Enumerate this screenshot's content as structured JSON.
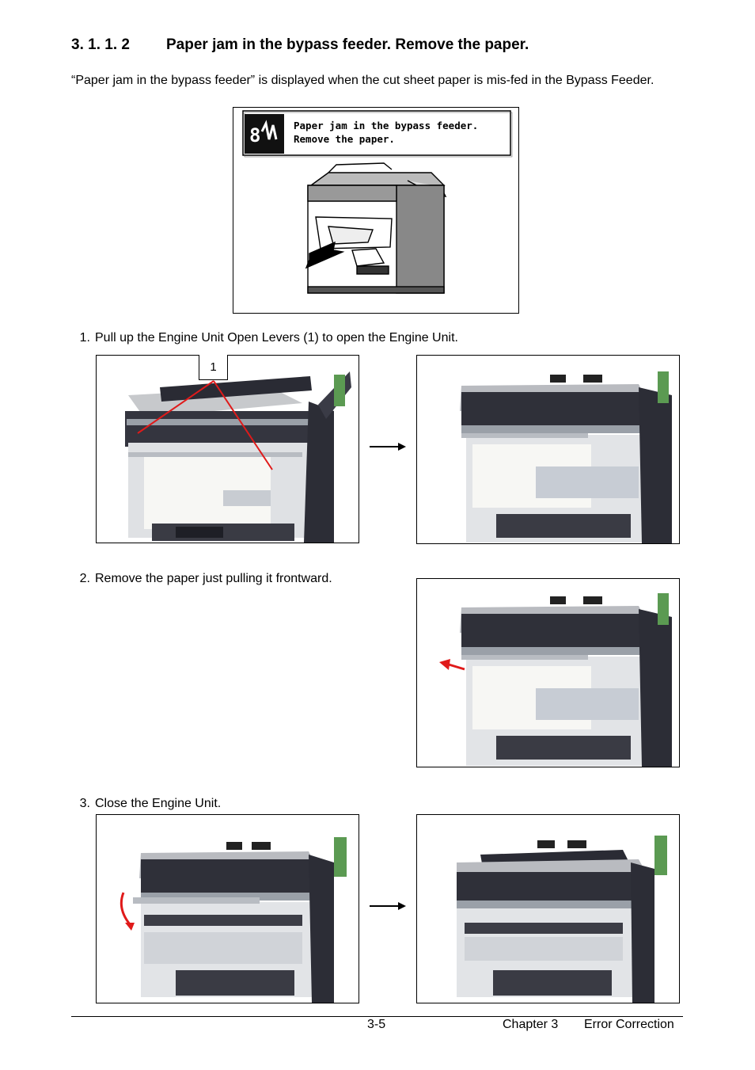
{
  "heading": {
    "number": "3. 1. 1. 2",
    "title": "Paper jam in the bypass feeder. Remove the paper."
  },
  "intro": "“Paper jam in the bypass feeder” is displayed when the cut sheet paper is mis-fed in the Bypass Feeder.",
  "display_panel": {
    "message_line1": "Paper jam in the bypass feeder.",
    "message_line2": "Remove the paper."
  },
  "steps": [
    {
      "number": "1.",
      "text": "Pull up the Engine Unit Open Levers (1) to open the Engine Unit.",
      "callout": "1"
    },
    {
      "number": "2.",
      "text": "Remove the paper just pulling it frontward."
    },
    {
      "number": "3.",
      "text": "Close the Engine Unit."
    }
  ],
  "footer": {
    "page": "3-5",
    "chapter": "Chapter 3",
    "section": "Error Correction"
  },
  "colors": {
    "machine_body": "#2e2f3a",
    "machine_light": "#e4e6ea",
    "paper": "#f4f4f1",
    "annotation_red": "#e01a1a"
  }
}
